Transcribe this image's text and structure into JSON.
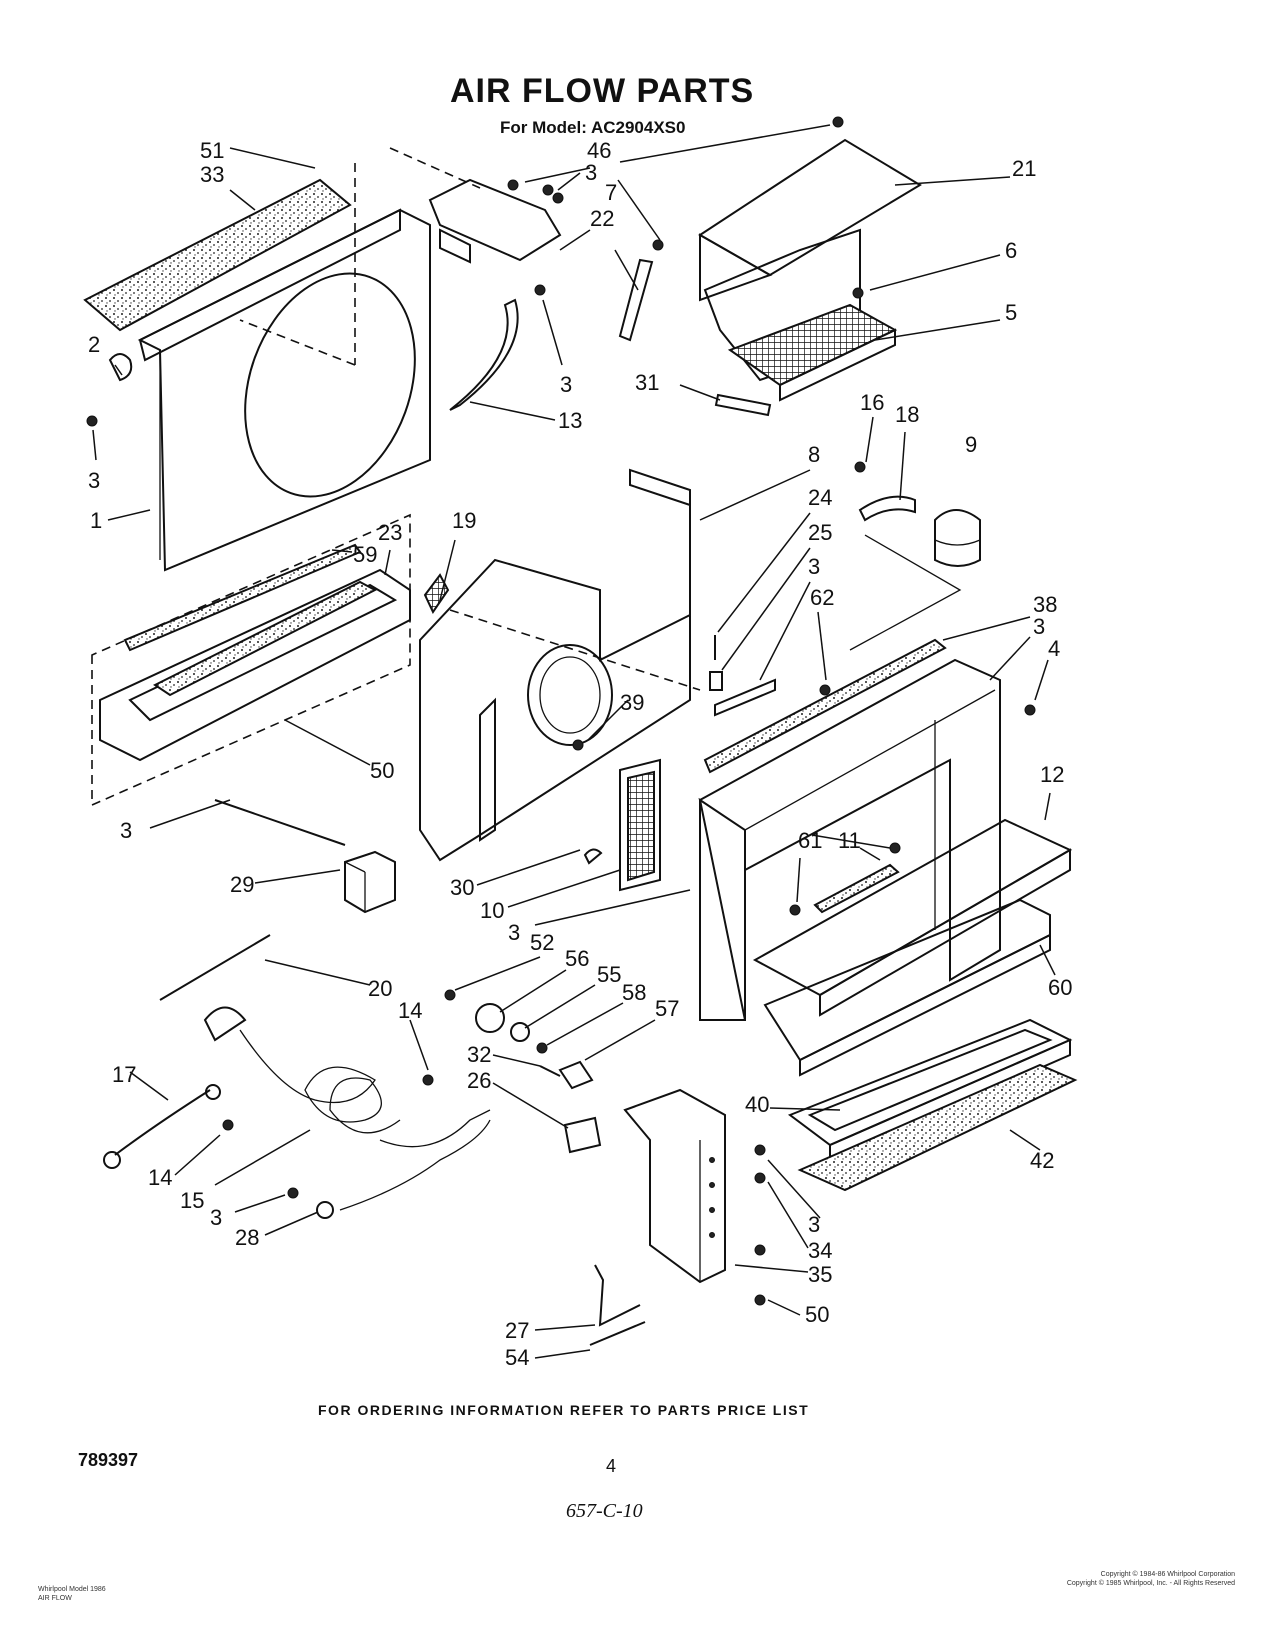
{
  "header": {
    "title": "AIR FLOW PARTS",
    "model_line": "For Model: AC2904XS0"
  },
  "footer": {
    "ordering_note": "FOR ORDERING INFORMATION REFER TO PARTS PRICE LIST",
    "doc_number": "789397",
    "page_number": "4",
    "handwritten_note": "657-C-10"
  },
  "fine_print": {
    "left_lines": [
      "Whirlpool Model 1986",
      "AIR FLOW"
    ],
    "right_lines": [
      "Copyright © 1984-86 Whirlpool Corporation",
      "Copyright © 1985 Whirlpool, Inc. - All Rights Reserved"
    ]
  },
  "diagram": {
    "callouts": [
      "51",
      "33",
      "46",
      "3",
      "7",
      "22",
      "21",
      "6",
      "5",
      "2",
      "3",
      "13",
      "31",
      "1",
      "3",
      "16",
      "18",
      "9",
      "8",
      "19",
      "59",
      "23",
      "24",
      "25",
      "3",
      "62",
      "38",
      "3",
      "4",
      "50",
      "39",
      "12",
      "3",
      "61",
      "11",
      "29",
      "30",
      "10",
      "3",
      "52",
      "56",
      "55",
      "58",
      "57",
      "20",
      "14",
      "60",
      "32",
      "26",
      "17",
      "40",
      "14",
      "15",
      "3",
      "42",
      "28",
      "3",
      "34",
      "35",
      "50",
      "27",
      "54"
    ]
  }
}
